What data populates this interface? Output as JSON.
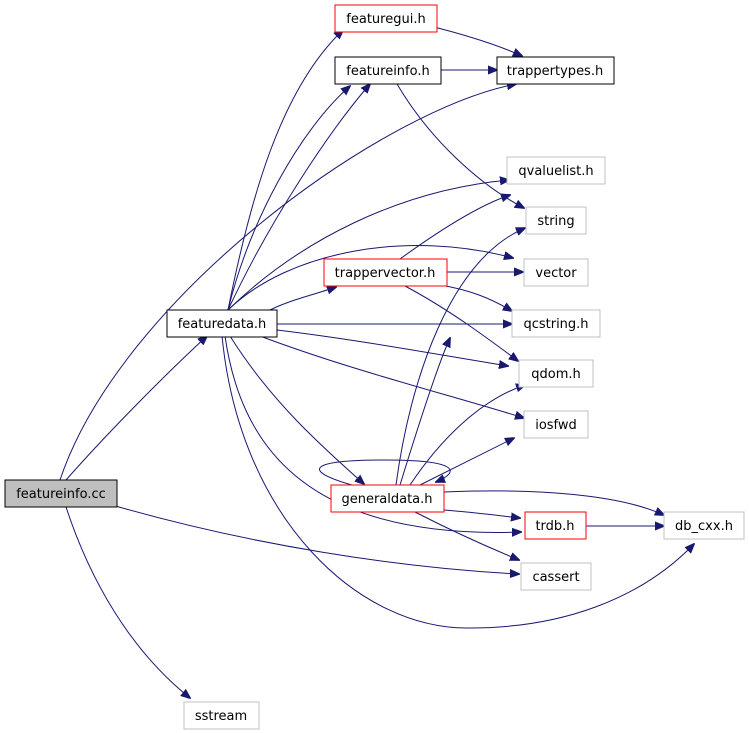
{
  "colors": {
    "edge": "#191970",
    "root_fill": "#bfbfbf",
    "border_black": "#000000",
    "border_red": "#ff0000",
    "border_gray": "#c0c0c0"
  },
  "nodes": {
    "featureinfo_cc": {
      "label": "featureinfo.cc",
      "style": "root"
    },
    "featuredata_h": {
      "label": "featuredata.h",
      "style": "black"
    },
    "featuregui_h": {
      "label": "featuregui.h",
      "style": "red"
    },
    "featureinfo_h": {
      "label": "featureinfo.h",
      "style": "black"
    },
    "trappertypes_h": {
      "label": "trappertypes.h",
      "style": "black"
    },
    "qvaluelist_h": {
      "label": "qvaluelist.h",
      "style": "gray"
    },
    "string": {
      "label": "string",
      "style": "gray"
    },
    "trappervector_h": {
      "label": "trappervector.h",
      "style": "red"
    },
    "vector": {
      "label": "vector",
      "style": "gray"
    },
    "qcstring_h": {
      "label": "qcstring.h",
      "style": "gray"
    },
    "qdom_h": {
      "label": "qdom.h",
      "style": "gray"
    },
    "iosfwd": {
      "label": "iosfwd",
      "style": "gray"
    },
    "generaldata_h": {
      "label": "generaldata.h",
      "style": "red"
    },
    "trdb_h": {
      "label": "trdb.h",
      "style": "red"
    },
    "db_cxx_h": {
      "label": "db_cxx.h",
      "style": "gray"
    },
    "cassert": {
      "label": "cassert",
      "style": "gray"
    },
    "sstream": {
      "label": "sstream",
      "style": "gray"
    }
  }
}
